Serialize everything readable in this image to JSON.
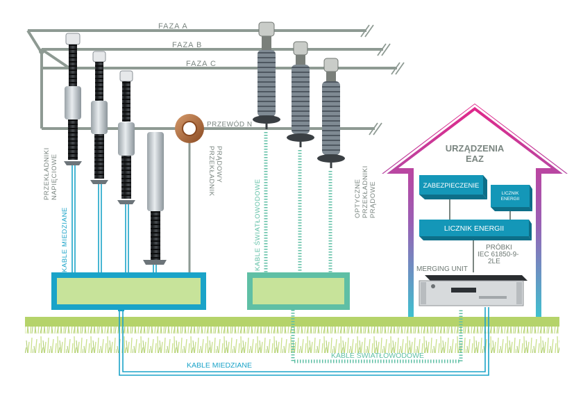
{
  "phases": {
    "a": "FAZA A",
    "b": "FAZA B",
    "c": "FAZA C",
    "n": "PRZEWÓD N"
  },
  "labels": {
    "voltage_transformers": [
      "PRZEKŁADNIKI",
      "NAPIĘCIOWE"
    ],
    "current_transformer": [
      "PRZEKŁADNIK",
      "PRĄDOWY"
    ],
    "optical_transformers": [
      "OPTYCZNE",
      "PRZEKŁADNIKI",
      "PRĄDOWE"
    ],
    "copper_cables_vertical": "KABLE MIEDZIANE",
    "fiber_cables_vertical": "KABLE ŚWIATŁOWODOWE",
    "copper_cables_bottom": "KABLE MIEDZIANE",
    "fiber_cables_bottom": "KABLE ŚWIATŁOWODOWE"
  },
  "house": {
    "title_line1": "URZĄDZENIA",
    "title_line2": "EAZ",
    "protection": "ZABEZPIECZENIE",
    "meter_small_line1": "LICZNIK",
    "meter_small_line2": "ENERGII",
    "meter_main": "LICZNIK ENERGII",
    "samples_line1": "PRÓBKI",
    "samples_line2": "IEC 61850-9-",
    "samples_line3": "2LE",
    "merging_unit": "MERGING UNIT"
  },
  "colors": {
    "copper": "#1aa3c8",
    "fiber": "#5fbfa5",
    "box_fill": "#c7e39a",
    "line_gray": "#8e9a93",
    "ground": "#b5d36a",
    "house_top": "#e0278a",
    "house_bottom": "#3fc0cf",
    "device_blue": "#1497b8"
  }
}
